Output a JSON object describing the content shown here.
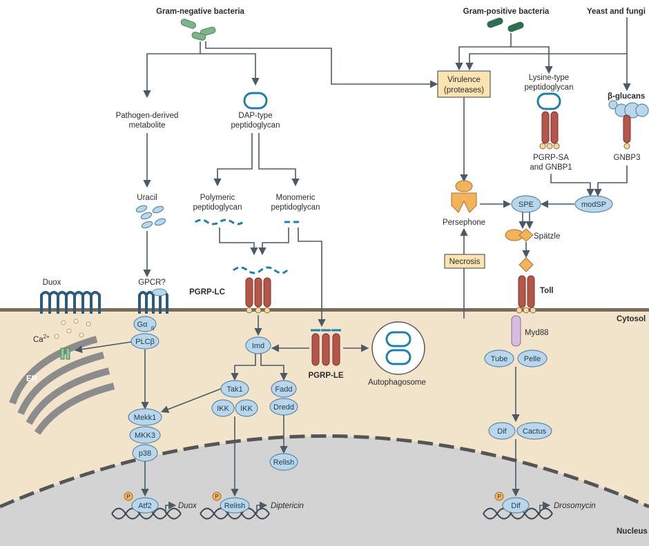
{
  "sources": {
    "gram_negative": "Gram-negative bacteria",
    "gram_positive": "Gram-positive bacteria",
    "yeast_fungi": "Yeast and fungi"
  },
  "labels": {
    "pathogen_metabolite_1": "Pathogen-derived",
    "pathogen_metabolite_2": "metabolite",
    "dap_1": "DAP-type",
    "dap_2": "peptidoglycan",
    "polymeric_1": "Polymeric",
    "polymeric_2": "peptidoglycan",
    "monomeric_1": "Monomeric",
    "monomeric_2": "peptidoglycan",
    "uracil": "Uracil",
    "gpcr": "GPCR?",
    "duox": "Duox",
    "ca": "Ca",
    "ca_sup": "2+",
    "er": "ER",
    "pgrp_lc": "PGRP-LC",
    "pgrp_le": "PGRP-LE",
    "autophagosome": "Autophagosome",
    "lysine_1": "Lysine-type",
    "lysine_2": "peptidoglycan",
    "beta_glucans": "β-glucans",
    "pgrp_sa_1": "PGRP-SA",
    "pgrp_sa_2": "and GNBP1",
    "gnbp3": "GNBP3",
    "persephone": "Persephone",
    "spatzle": "Spätzle",
    "toll": "Toll",
    "myd88": "Myd88",
    "cytosol": "Cytosol",
    "nucleus": "Nucleus"
  },
  "boxes": {
    "virulence_1": "Virulence",
    "virulence_2": "(proteases)",
    "necrosis": "Necrosis"
  },
  "nodes": {
    "gaq": "Gα",
    "gaq_sub": "q",
    "plcb": "PLCβ",
    "mekk1": "Mekk1",
    "mkk3": "MKK3",
    "p38": "p38",
    "imd": "Imd",
    "tak1": "Tak1",
    "ikk1": "IKK",
    "ikk2": "IKK",
    "fadd": "Fadd",
    "dredd": "Dredd",
    "relish_cyto": "Relish",
    "spe": "SPE",
    "modsp": "modSP",
    "tube": "Tube",
    "pelle": "Pelle",
    "dif_cyto": "Dif",
    "cactus": "Cactus",
    "atf2": "Atf2",
    "relish_nuc": "Relish",
    "dif_nuc": "Dif",
    "p_mark": "P"
  },
  "genes": {
    "duox": "Duox",
    "diptericin": "Diptericin",
    "drosomycin": "Drosomycin"
  },
  "colors": {
    "cytosol_fill": "#f3e4cc",
    "membrane": "#7a6a58",
    "nucleus_fill": "#d3d3d3",
    "node_fill": "#b9d6ea",
    "receptor": "#b5564b",
    "box_fill": "#fbe3b4",
    "peptidoglycan": "#1f7fa8"
  }
}
